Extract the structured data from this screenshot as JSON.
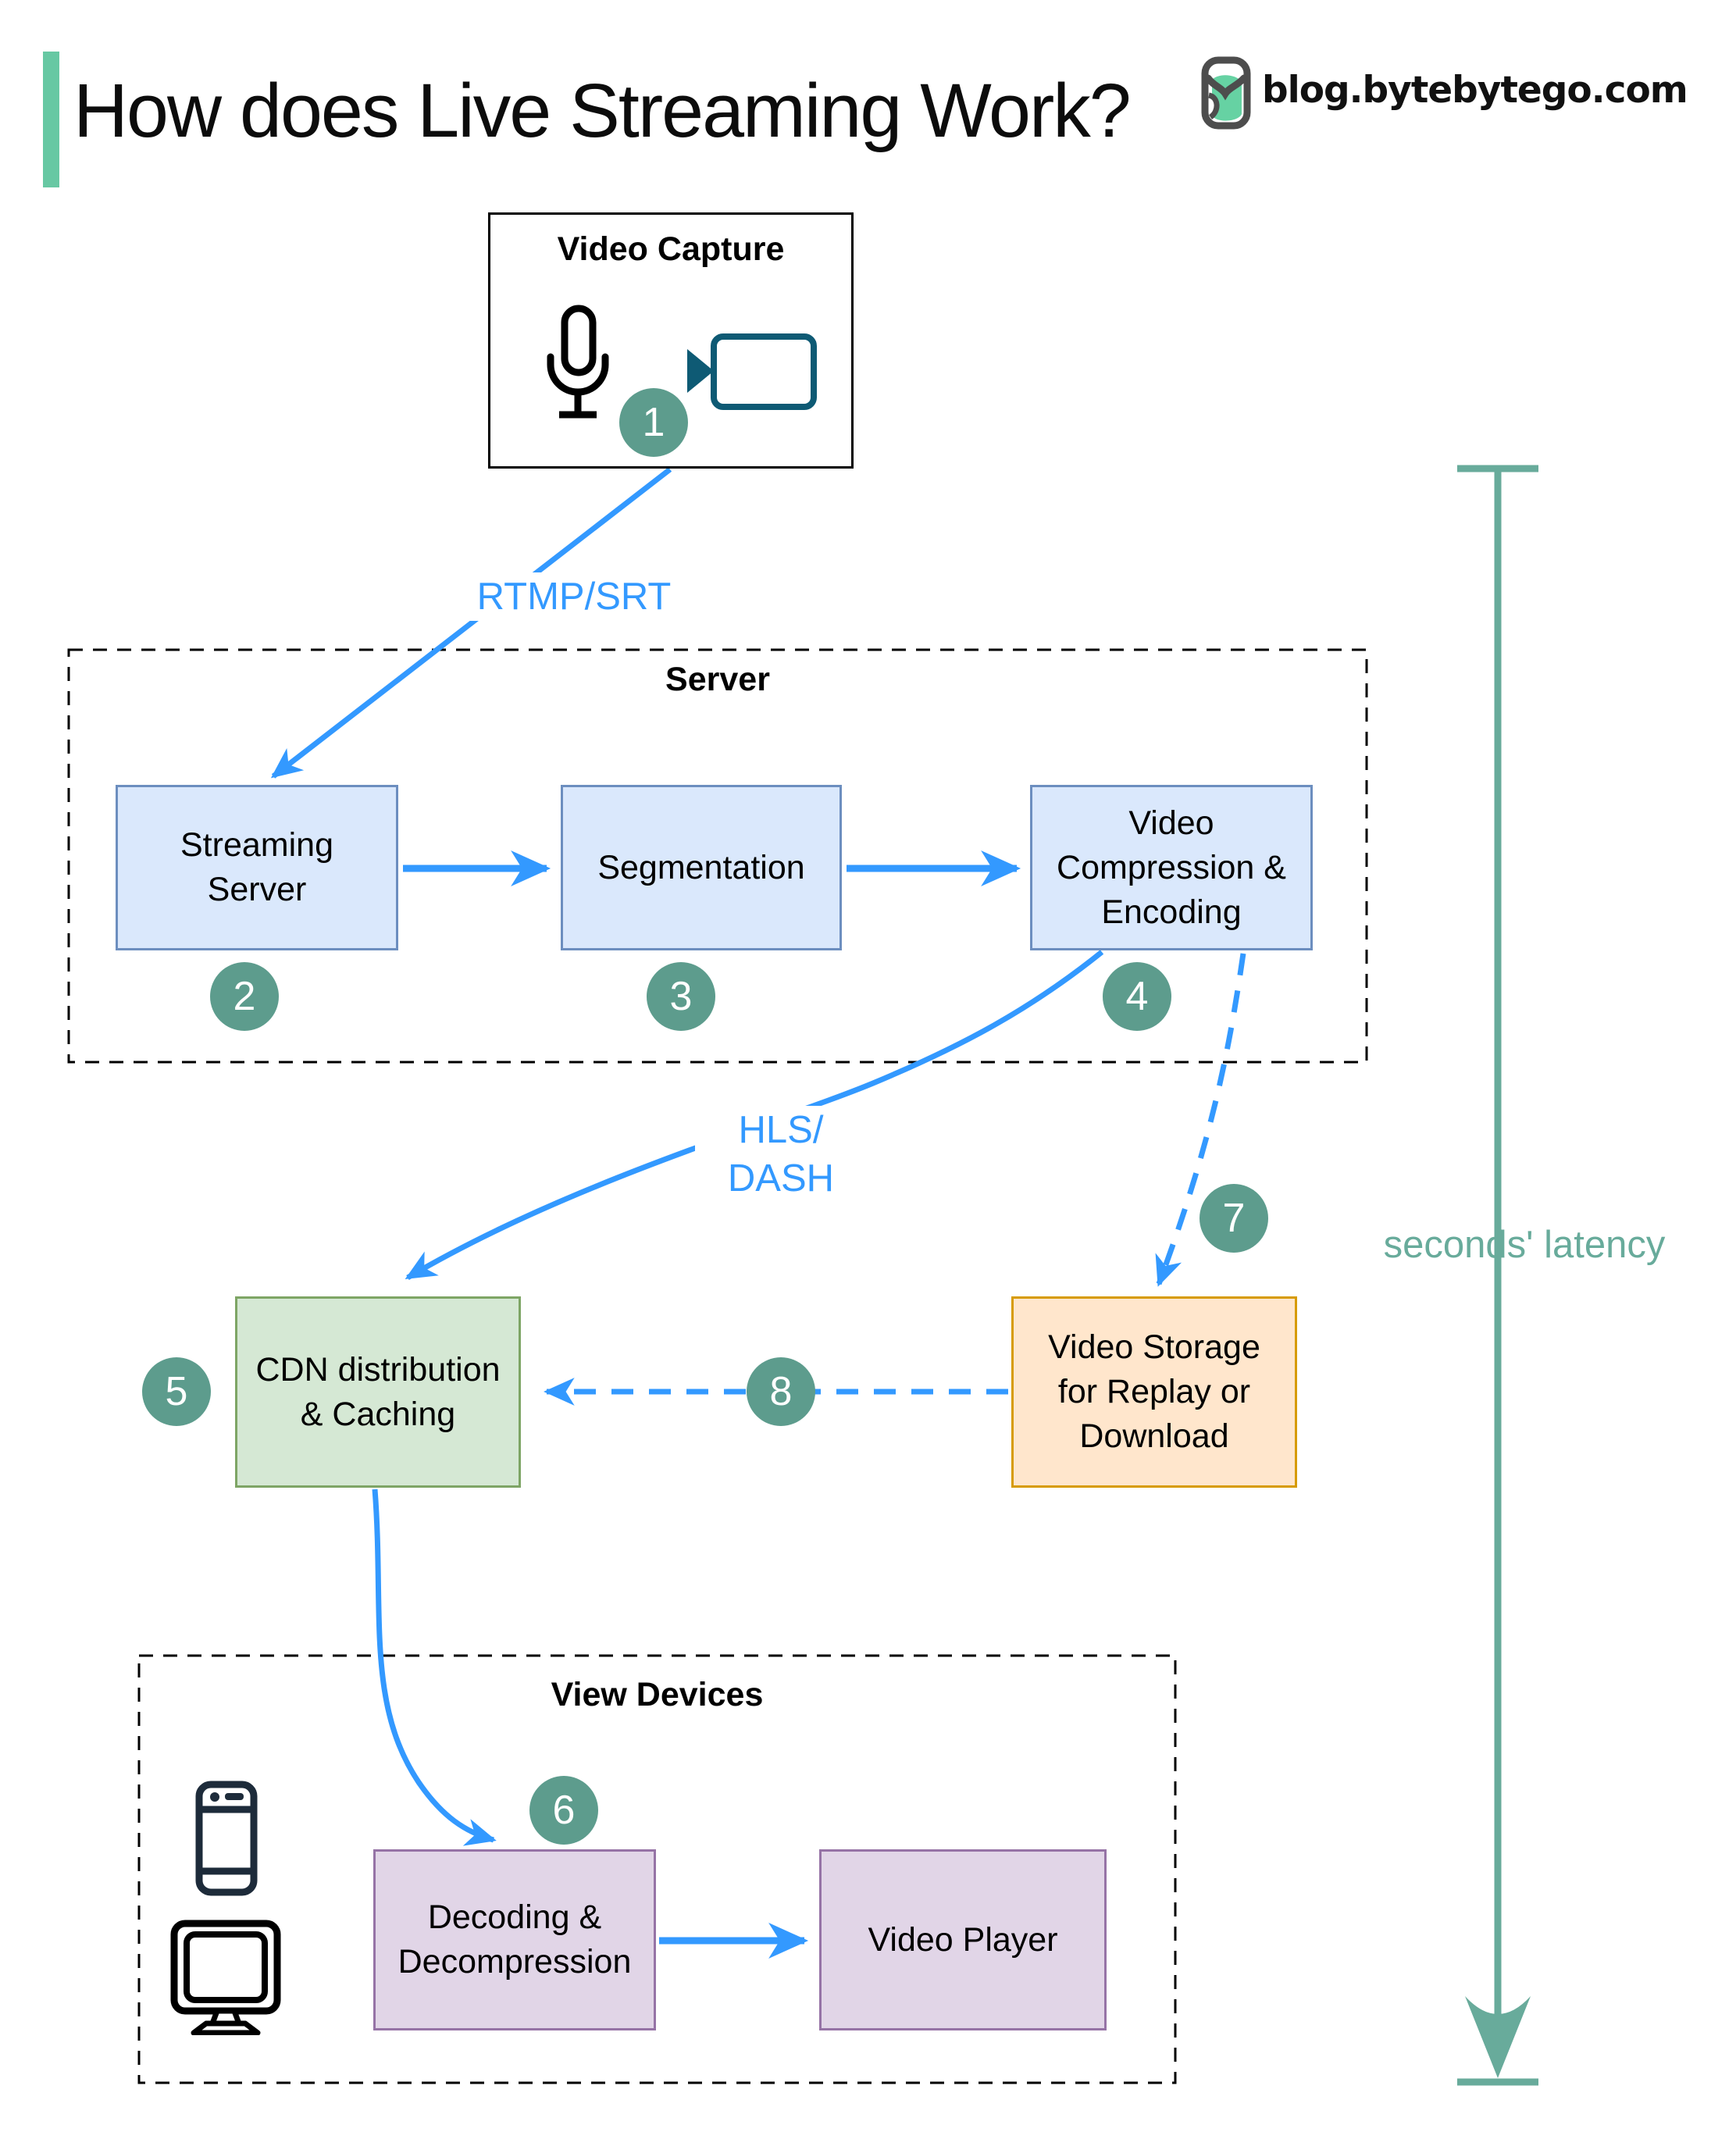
{
  "header": {
    "title": "How does Live Streaming Work?",
    "site": "blog.bytebytego.com"
  },
  "groups": {
    "video_capture": {
      "label": "Video Capture"
    },
    "server": {
      "label": "Server"
    },
    "view_devices": {
      "label": "View Devices"
    }
  },
  "nodes": {
    "streaming_server": {
      "label": "Streaming\nServer"
    },
    "segmentation": {
      "label": "Segmentation"
    },
    "video_compression": {
      "label": "Video\nCompression &\nEncoding"
    },
    "cdn": {
      "label": "CDN distribution\n& Caching"
    },
    "video_storage": {
      "label": "Video Storage\nfor Replay or\nDownload"
    },
    "decoding": {
      "label": "Decoding &\nDecompression"
    },
    "video_player": {
      "label": "Video Player"
    }
  },
  "edges": {
    "rtmp": {
      "label": "RTMP/SRT"
    },
    "hls": {
      "label": "HLS/\nDASH"
    },
    "latency": {
      "label": "seconds' latency"
    }
  },
  "badges": [
    "1",
    "2",
    "3",
    "4",
    "5",
    "6",
    "7",
    "8"
  ],
  "colors": {
    "arrow_blue": "#3399FF",
    "badge_green": "#5D9C8D",
    "latency_teal": "#68AB9B",
    "accent_mint": "#67C8A3",
    "node_blue_fill": "#DAE8FC",
    "node_blue_border": "#6C8EBF",
    "cdn_fill": "#D5E8D4",
    "cdn_border": "#7EA565",
    "storage_fill": "#FFE6CC",
    "storage_border": "#D79B00",
    "device_fill": "#E1D5E7",
    "device_border": "#9673A6"
  }
}
